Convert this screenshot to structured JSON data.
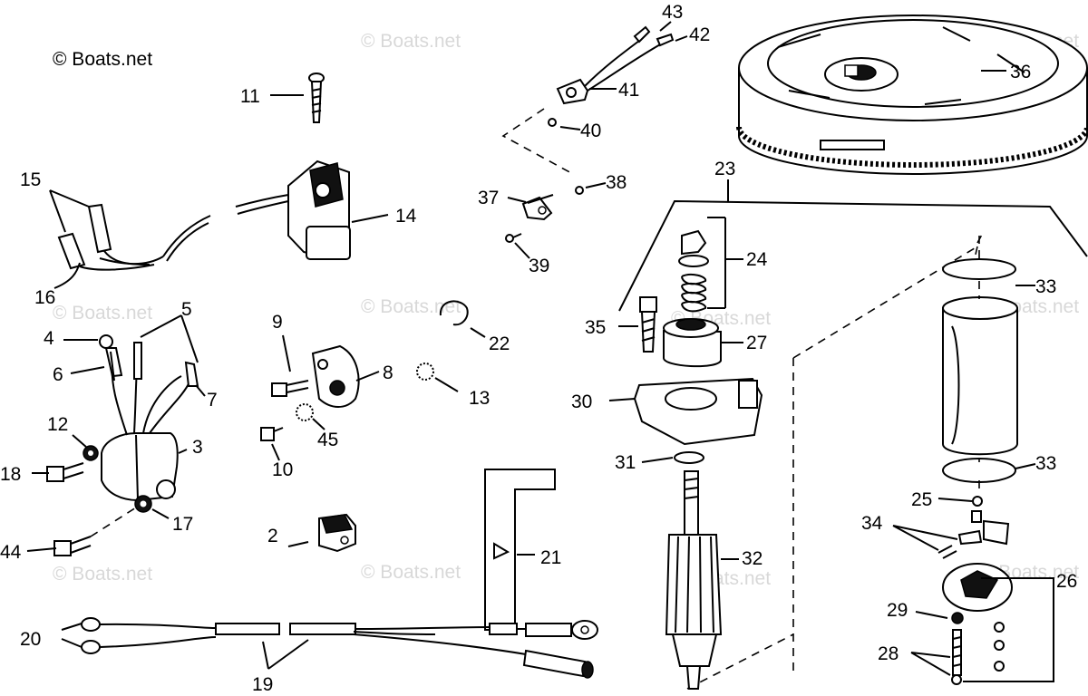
{
  "copyright": "© Boats.net",
  "watermark": "© Boats.net",
  "part_labels": {
    "p2": "2",
    "p3": "3",
    "p4": "4",
    "p5": "5",
    "p6": "6",
    "p7": "7",
    "p8": "8",
    "p9": "9",
    "p10": "10",
    "p11": "11",
    "p12": "12",
    "p13": "13",
    "p14": "14",
    "p15": "15",
    "p16": "16",
    "p17": "17",
    "p18": "18",
    "p19": "19",
    "p20": "20",
    "p21": "21",
    "p22": "22",
    "p23": "23",
    "p24": "24",
    "p25": "25",
    "p26": "26",
    "p27": "27",
    "p28": "28",
    "p29": "29",
    "p30": "30",
    "p31": "31",
    "p32": "32",
    "p33a": "33",
    "p33b": "33",
    "p34": "34",
    "p35": "35",
    "p36": "36",
    "p37": "37",
    "p38": "38",
    "p39": "39",
    "p40": "40",
    "p41": "41",
    "p42": "42",
    "p43": "43",
    "p44": "44",
    "p45": "45"
  }
}
